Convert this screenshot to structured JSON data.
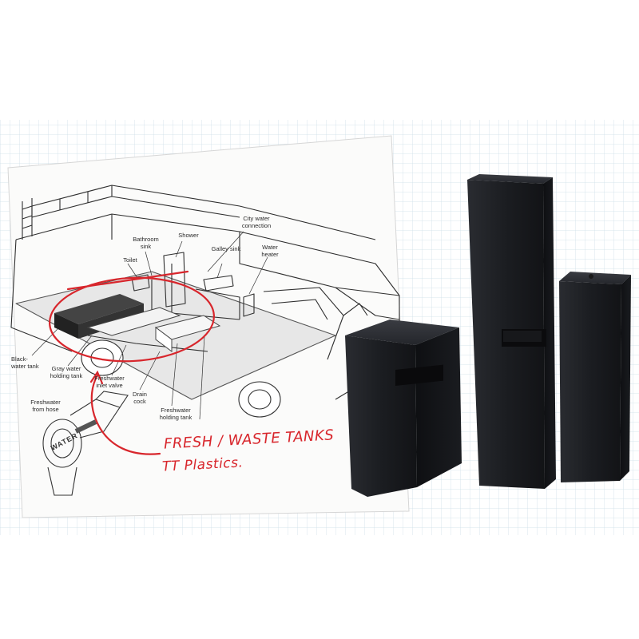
{
  "diagram": {
    "labels": {
      "city_water": "City water connection",
      "shower": "Shower",
      "bathroom_sink": "Bathroom sink",
      "galley_sink": "Galley sink",
      "water_heater": "Water heater",
      "toilet": "Toilet",
      "black_water": "Black-water tank",
      "gray_water": "Gray water holding tank",
      "freshwater_inlet": "Freshwater inlet valve",
      "drain_cock": "Drain cock",
      "freshwater_tank": "Freshwater holding tank",
      "freshwater_hose": "Freshwater from hose",
      "valve_marking": "WATER"
    },
    "annotation": {
      "line1": "FRESH / WASTE TANKS",
      "line2": "TT Plastics."
    },
    "colors": {
      "ink": "#2a2a2a",
      "annotation_red": "#d8262c",
      "grid_blue": "#c9dbe6"
    }
  },
  "product_photo": {
    "items": [
      "tank-short",
      "tank-tall",
      "tank-slim"
    ],
    "color": "#1d1f24"
  }
}
